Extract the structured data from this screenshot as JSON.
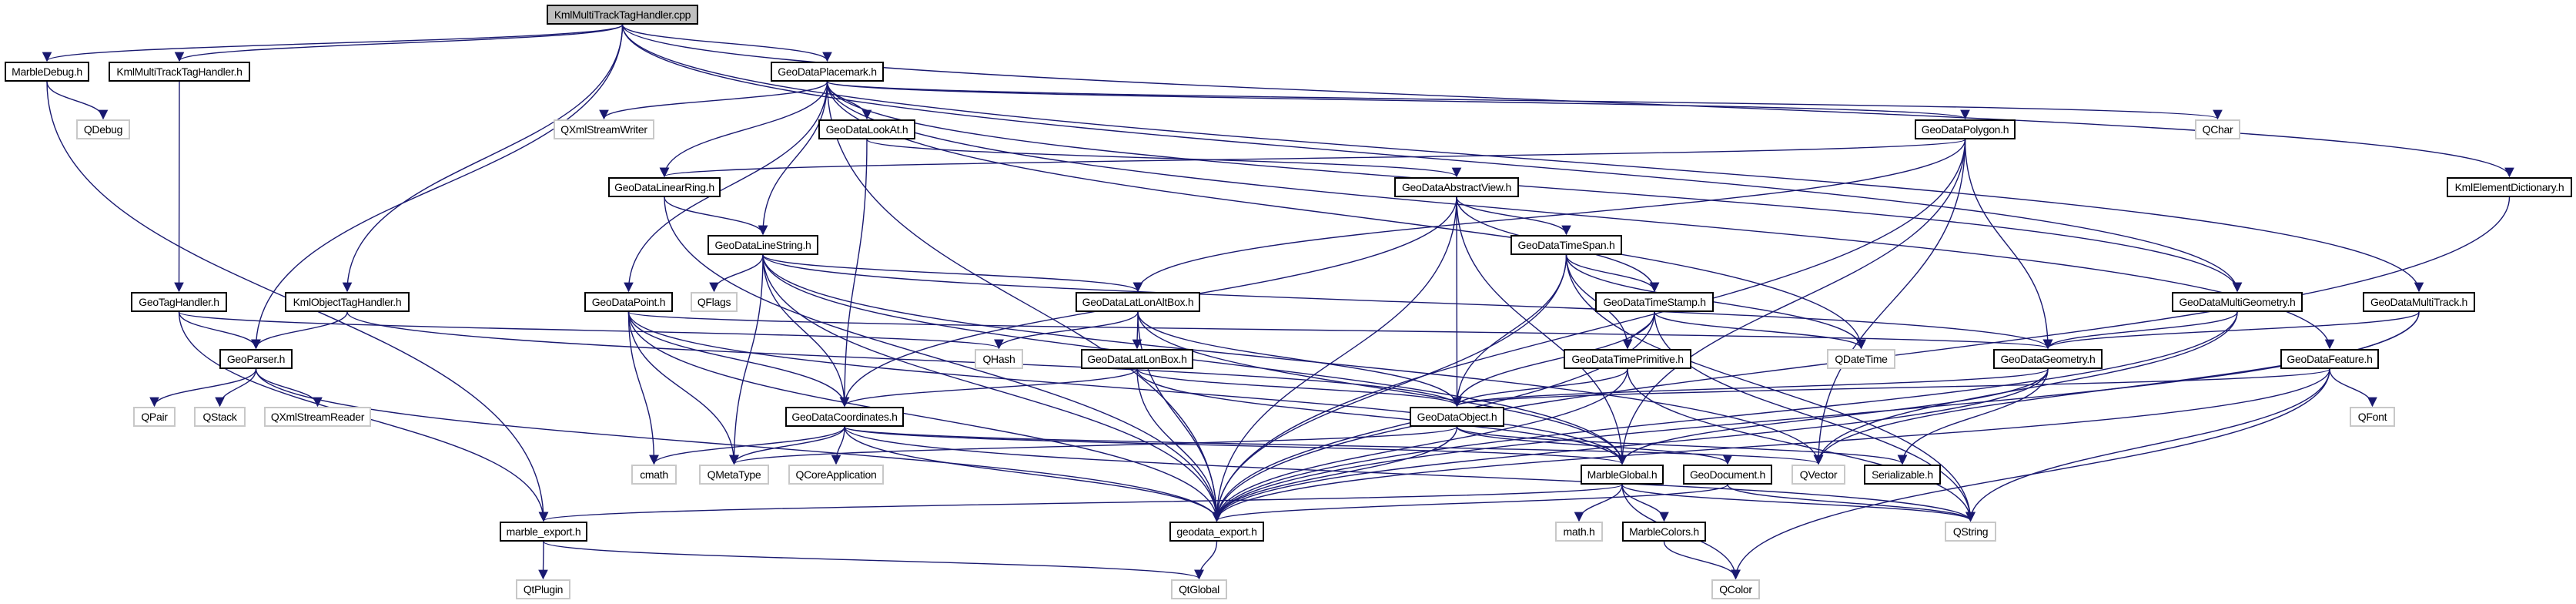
{
  "colors": {
    "edge": "#191970",
    "documented_border": "#000000",
    "external_border": "#c8c8c8",
    "root_fill": "#bfbfbf"
  },
  "nodes": [
    {
      "id": "cpp",
      "label": "KmlMultiTrackTagHandler.cpp",
      "kind": "root"
    },
    {
      "id": "marbledebug",
      "label": "MarbleDebug.h",
      "kind": "doc"
    },
    {
      "id": "kmlmtth",
      "label": "KmlMultiTrackTagHandler.h",
      "kind": "doc"
    },
    {
      "id": "placemark",
      "label": "GeoDataPlacemark.h",
      "kind": "doc"
    },
    {
      "id": "qdebug",
      "label": "QDebug",
      "kind": "ext"
    },
    {
      "id": "qxmlwriter",
      "label": "QXmlStreamWriter",
      "kind": "ext"
    },
    {
      "id": "lookat",
      "label": "GeoDataLookAt.h",
      "kind": "doc"
    },
    {
      "id": "polygon",
      "label": "GeoDataPolygon.h",
      "kind": "doc"
    },
    {
      "id": "qchar",
      "label": "QChar",
      "kind": "ext"
    },
    {
      "id": "kmldict",
      "label": "KmlElementDictionary.h",
      "kind": "doc"
    },
    {
      "id": "linearring",
      "label": "GeoDataLinearRing.h",
      "kind": "doc"
    },
    {
      "id": "abstractview",
      "label": "GeoDataAbstractView.h",
      "kind": "doc"
    },
    {
      "id": "linestring",
      "label": "GeoDataLineString.h",
      "kind": "doc"
    },
    {
      "id": "timespan",
      "label": "GeoDataTimeSpan.h",
      "kind": "doc"
    },
    {
      "id": "geotaghandler",
      "label": "GeoTagHandler.h",
      "kind": "doc"
    },
    {
      "id": "kmlobjtag",
      "label": "KmlObjectTagHandler.h",
      "kind": "doc"
    },
    {
      "id": "point",
      "label": "GeoDataPoint.h",
      "kind": "doc"
    },
    {
      "id": "qflags",
      "label": "QFlags",
      "kind": "ext"
    },
    {
      "id": "latlonaltbox",
      "label": "GeoDataLatLonAltBox.h",
      "kind": "doc"
    },
    {
      "id": "timestamp",
      "label": "GeoDataTimeStamp.h",
      "kind": "doc"
    },
    {
      "id": "multigeometry",
      "label": "GeoDataMultiGeometry.h",
      "kind": "doc"
    },
    {
      "id": "multitrack",
      "label": "GeoDataMultiTrack.h",
      "kind": "doc"
    },
    {
      "id": "geoparser",
      "label": "GeoParser.h",
      "kind": "doc"
    },
    {
      "id": "qhash",
      "label": "QHash",
      "kind": "ext"
    },
    {
      "id": "latlonbox",
      "label": "GeoDataLatLonBox.h",
      "kind": "doc"
    },
    {
      "id": "timeprimitive",
      "label": "GeoDataTimePrimitive.h",
      "kind": "doc"
    },
    {
      "id": "qdatetime",
      "label": "QDateTime",
      "kind": "ext"
    },
    {
      "id": "geometry",
      "label": "GeoDataGeometry.h",
      "kind": "doc"
    },
    {
      "id": "feature",
      "label": "GeoDataFeature.h",
      "kind": "doc"
    },
    {
      "id": "qpair",
      "label": "QPair",
      "kind": "ext"
    },
    {
      "id": "qstack",
      "label": "QStack",
      "kind": "ext"
    },
    {
      "id": "qxmlreader",
      "label": "QXmlStreamReader",
      "kind": "ext"
    },
    {
      "id": "coordinates",
      "label": "GeoDataCoordinates.h",
      "kind": "doc"
    },
    {
      "id": "object",
      "label": "GeoDataObject.h",
      "kind": "doc"
    },
    {
      "id": "qfont",
      "label": "QFont",
      "kind": "ext"
    },
    {
      "id": "cmath",
      "label": "cmath",
      "kind": "ext"
    },
    {
      "id": "qmetatype",
      "label": "QMetaType",
      "kind": "ext"
    },
    {
      "id": "qcoreapp",
      "label": "QCoreApplication",
      "kind": "ext"
    },
    {
      "id": "marbleglobal",
      "label": "MarbleGlobal.h",
      "kind": "doc"
    },
    {
      "id": "geodocument",
      "label": "GeoDocument.h",
      "kind": "doc"
    },
    {
      "id": "qvector",
      "label": "QVector",
      "kind": "ext"
    },
    {
      "id": "serializable",
      "label": "Serializable.h",
      "kind": "doc"
    },
    {
      "id": "marbleexport",
      "label": "marble_export.h",
      "kind": "doc"
    },
    {
      "id": "geodataexport",
      "label": "geodata_export.h",
      "kind": "doc"
    },
    {
      "id": "mathh",
      "label": "math.h",
      "kind": "ext"
    },
    {
      "id": "marblecolors",
      "label": "MarbleColors.h",
      "kind": "doc"
    },
    {
      "id": "qstring",
      "label": "QString",
      "kind": "ext"
    },
    {
      "id": "qtplugin",
      "label": "QtPlugin",
      "kind": "ext"
    },
    {
      "id": "qtglobal",
      "label": "QtGlobal",
      "kind": "ext"
    },
    {
      "id": "qcolor",
      "label": "QColor",
      "kind": "ext"
    }
  ],
  "edges": [
    [
      "cpp",
      "marbledebug"
    ],
    [
      "cpp",
      "kmlmtth"
    ],
    [
      "cpp",
      "placemark"
    ],
    [
      "cpp",
      "kmlobjtag"
    ],
    [
      "cpp",
      "geoparser"
    ],
    [
      "cpp",
      "multigeometry"
    ],
    [
      "cpp",
      "multitrack"
    ],
    [
      "cpp",
      "kmldict"
    ],
    [
      "marbledebug",
      "qdebug"
    ],
    [
      "marbledebug",
      "marbleexport"
    ],
    [
      "kmlmtth",
      "geotaghandler"
    ],
    [
      "geotaghandler",
      "geoparser"
    ],
    [
      "geotaghandler",
      "marbleexport"
    ],
    [
      "geotaghandler",
      "qhash"
    ],
    [
      "kmlobjtag",
      "geoparser"
    ],
    [
      "kmlobjtag",
      "object"
    ],
    [
      "geoparser",
      "qpair"
    ],
    [
      "geoparser",
      "qstack"
    ],
    [
      "geoparser",
      "qxmlreader"
    ],
    [
      "geoparser",
      "geodataexport"
    ],
    [
      "marbleexport",
      "qtplugin"
    ],
    [
      "marbleexport",
      "qtglobal"
    ],
    [
      "geodataexport",
      "qtglobal"
    ],
    [
      "placemark",
      "qxmlwriter"
    ],
    [
      "placemark",
      "lookat"
    ],
    [
      "placemark",
      "linearring"
    ],
    [
      "placemark",
      "linestring"
    ],
    [
      "placemark",
      "point"
    ],
    [
      "placemark",
      "geodataexport"
    ],
    [
      "placemark",
      "polygon"
    ],
    [
      "placemark",
      "qchar"
    ],
    [
      "placemark",
      "multigeometry"
    ],
    [
      "placemark",
      "feature"
    ],
    [
      "placemark",
      "qdatetime"
    ],
    [
      "lookat",
      "abstractview"
    ],
    [
      "lookat",
      "coordinates"
    ],
    [
      "linearring",
      "linestring"
    ],
    [
      "linearring",
      "geodataexport"
    ],
    [
      "linestring",
      "qflags"
    ],
    [
      "linestring",
      "qmetatype"
    ],
    [
      "linestring",
      "coordinates"
    ],
    [
      "linestring",
      "latlonaltbox"
    ],
    [
      "linestring",
      "geometry"
    ],
    [
      "linestring",
      "marbleglobal"
    ],
    [
      "linestring",
      "qvector"
    ],
    [
      "linestring",
      "geodataexport"
    ],
    [
      "point",
      "cmath"
    ],
    [
      "point",
      "qmetatype"
    ],
    [
      "point",
      "coordinates"
    ],
    [
      "point",
      "geometry"
    ],
    [
      "point",
      "geodataexport"
    ],
    [
      "point",
      "marbleglobal"
    ],
    [
      "abstractview",
      "timespan"
    ],
    [
      "abstractview",
      "timestamp"
    ],
    [
      "abstractview",
      "object"
    ],
    [
      "abstractview",
      "coordinates"
    ],
    [
      "abstractview",
      "geodataexport"
    ],
    [
      "abstractview",
      "marbleglobal"
    ],
    [
      "timespan",
      "timestamp"
    ],
    [
      "timespan",
      "timeprimitive"
    ],
    [
      "timespan",
      "object"
    ],
    [
      "timespan",
      "qdatetime"
    ],
    [
      "timespan",
      "qstring"
    ],
    [
      "timespan",
      "geodataexport"
    ],
    [
      "timestamp",
      "timeprimitive"
    ],
    [
      "timestamp",
      "qdatetime"
    ],
    [
      "timestamp",
      "object"
    ],
    [
      "timestamp",
      "geodataexport"
    ],
    [
      "timestamp",
      "qstring"
    ],
    [
      "timeprimitive",
      "object"
    ],
    [
      "timeprimitive",
      "geodataexport"
    ],
    [
      "timeprimitive",
      "qstring"
    ],
    [
      "latlonaltbox",
      "qhash"
    ],
    [
      "latlonaltbox",
      "latlonbox"
    ],
    [
      "latlonaltbox",
      "object"
    ],
    [
      "latlonaltbox",
      "geodataexport"
    ],
    [
      "latlonaltbox",
      "marbleglobal"
    ],
    [
      "latlonbox",
      "coordinates"
    ],
    [
      "latlonbox",
      "object"
    ],
    [
      "latlonbox",
      "geodataexport"
    ],
    [
      "latlonbox",
      "marbleglobal"
    ],
    [
      "coordinates",
      "cmath"
    ],
    [
      "coordinates",
      "qmetatype"
    ],
    [
      "coordinates",
      "qcoreapp"
    ],
    [
      "coordinates",
      "geodataexport"
    ],
    [
      "coordinates",
      "marbleglobal"
    ],
    [
      "coordinates",
      "qvector"
    ],
    [
      "coordinates",
      "qstring"
    ],
    [
      "object",
      "geodocument"
    ],
    [
      "object",
      "serializable"
    ],
    [
      "object",
      "geodataexport"
    ],
    [
      "object",
      "qmetatype"
    ],
    [
      "marbleglobal",
      "mathh"
    ],
    [
      "marbleglobal",
      "marblecolors"
    ],
    [
      "marbleglobal",
      "qcolor"
    ],
    [
      "marbleglobal",
      "qstring"
    ],
    [
      "marbleglobal",
      "marbleexport"
    ],
    [
      "marblecolors",
      "qcolor"
    ],
    [
      "geodocument",
      "geodataexport"
    ],
    [
      "geodocument",
      "qstring"
    ],
    [
      "polygon",
      "linearring"
    ],
    [
      "polygon",
      "latlonaltbox"
    ],
    [
      "polygon",
      "geometry"
    ],
    [
      "polygon",
      "qvector"
    ],
    [
      "polygon",
      "geodataexport"
    ],
    [
      "polygon",
      "marbleglobal"
    ],
    [
      "multigeometry",
      "geometry"
    ],
    [
      "multigeometry",
      "qvector"
    ],
    [
      "multigeometry",
      "geodataexport"
    ],
    [
      "multitrack",
      "geometry"
    ],
    [
      "multitrack",
      "qvector"
    ],
    [
      "multitrack",
      "geodataexport"
    ],
    [
      "geometry",
      "object"
    ],
    [
      "geometry",
      "marbleglobal"
    ],
    [
      "geometry",
      "serializable"
    ],
    [
      "geometry",
      "geodataexport"
    ],
    [
      "feature",
      "object"
    ],
    [
      "feature",
      "qfont"
    ],
    [
      "feature",
      "qcolor"
    ],
    [
      "feature",
      "qstring"
    ],
    [
      "feature",
      "geodataexport"
    ],
    [
      "kmldict",
      "geodataexport"
    ]
  ]
}
